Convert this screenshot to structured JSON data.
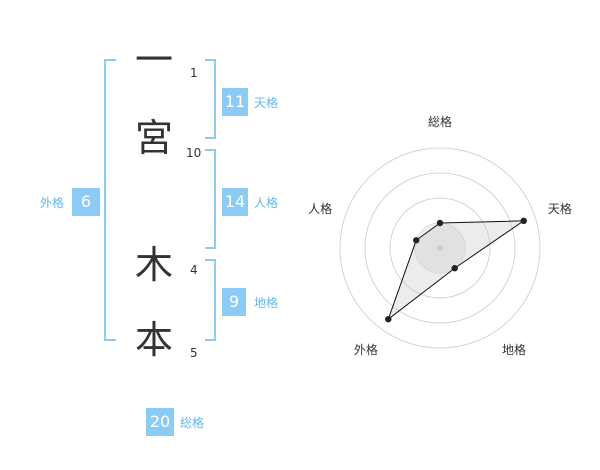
{
  "colors": {
    "accent": "#8ccbf4",
    "badge_text": "#ffffff",
    "label_text": "#62b8ef",
    "kanji_text": "#333333",
    "radar_fill": "#eeeeee",
    "radar_grid": "#d5d5d5"
  },
  "name": {
    "characters": [
      {
        "char": "一",
        "strokes": "1"
      },
      {
        "char": "宮",
        "strokes": "10"
      },
      {
        "char": "木",
        "strokes": "4"
      },
      {
        "char": "本",
        "strokes": "5"
      }
    ]
  },
  "fortune": {
    "tenkaku": {
      "value": "11",
      "label": "天格"
    },
    "jinkaku": {
      "value": "14",
      "label": "人格"
    },
    "chikaku": {
      "value": "9",
      "label": "地格"
    },
    "gaikaku": {
      "value": "6",
      "label": "外格"
    },
    "soukaku": {
      "value": "20",
      "label": "総格"
    }
  },
  "chart_data": {
    "type": "radar",
    "axes": [
      "総格",
      "天格",
      "地格",
      "外格",
      "人格"
    ],
    "values": [
      0.25,
      0.88,
      0.25,
      0.88,
      0.25
    ],
    "range": [
      0,
      1
    ],
    "rings": 4,
    "grid": true
  }
}
